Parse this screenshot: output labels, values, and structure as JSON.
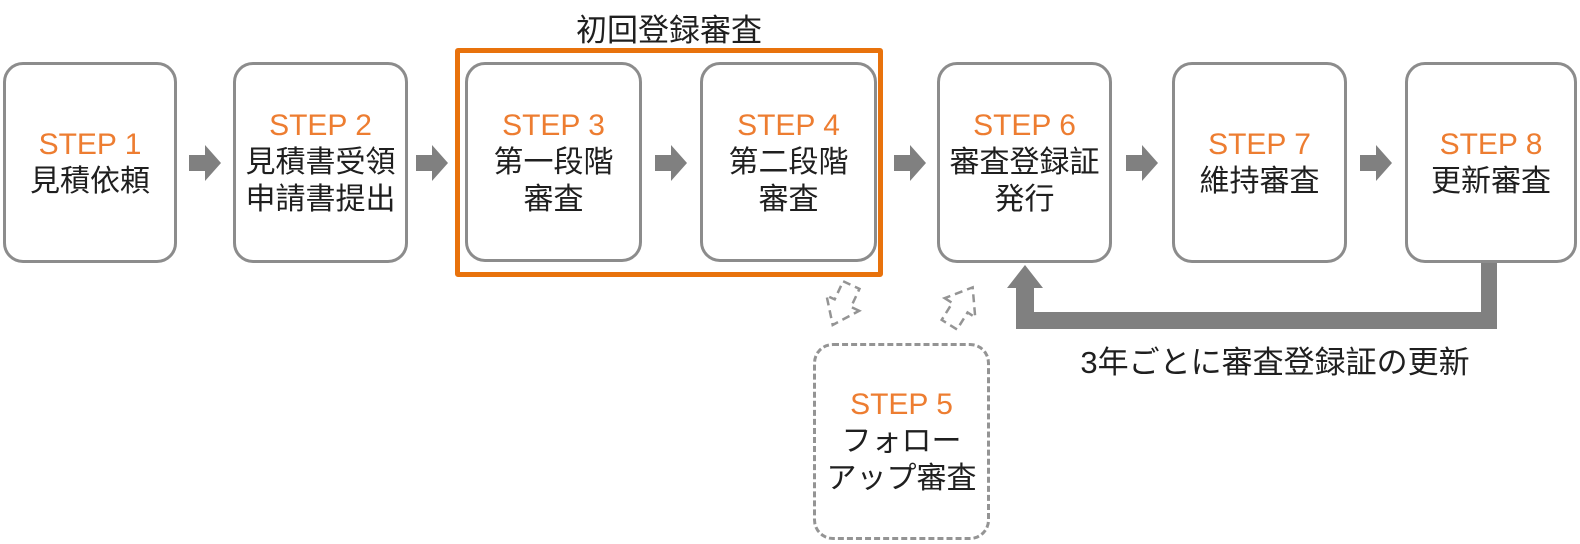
{
  "diagram": {
    "title": "初回登録審査",
    "feedback_label": "3年ごとに審査登録証の更新",
    "steps": [
      {
        "label": "STEP 1",
        "lines": [
          "見積依頼"
        ]
      },
      {
        "label": "STEP 2",
        "lines": [
          "見積書受領",
          "申請書提出"
        ]
      },
      {
        "label": "STEP 3",
        "lines": [
          "第一段階",
          "審査"
        ]
      },
      {
        "label": "STEP 4",
        "lines": [
          "第二段階",
          "審査"
        ]
      },
      {
        "label": "STEP 5",
        "lines": [
          "フォロー",
          "アップ審査"
        ]
      },
      {
        "label": "STEP 6",
        "lines": [
          "審査登録証",
          "発行"
        ]
      },
      {
        "label": "STEP 7",
        "lines": [
          "維持審査"
        ]
      },
      {
        "label": "STEP 8",
        "lines": [
          "更新審査"
        ]
      }
    ],
    "icons": {
      "flow_arrow": "right-block-arrow-icon",
      "dashed_down_arrow": "dashed-down-left-block-arrow-icon",
      "dashed_up_arrow": "dashed-up-right-block-arrow-icon",
      "feedback_arrow": "return-arrow-step8-to-step6"
    },
    "colors": {
      "accent_orange_text": "#ed7d31",
      "highlight_frame_orange": "#e8720c",
      "box_border_gray": "#8c8c8c",
      "arrow_gray": "#808080",
      "dashed_gray": "#949494",
      "text_black": "#1f1f1f",
      "background": "#ffffff"
    }
  }
}
